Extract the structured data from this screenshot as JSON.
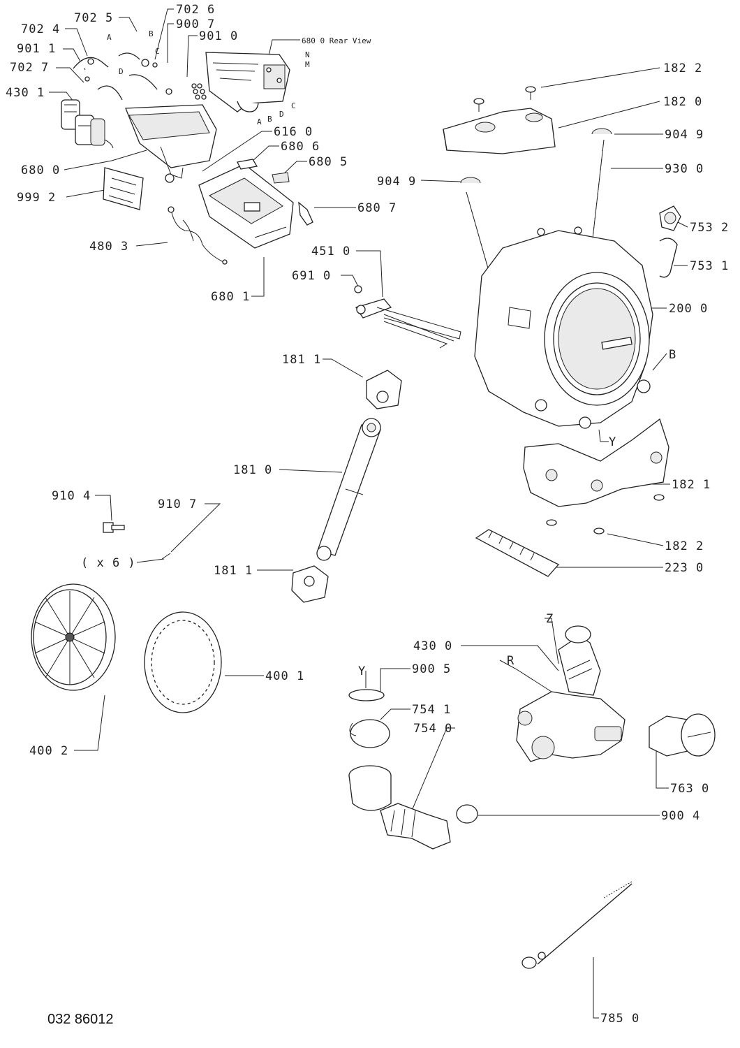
{
  "document_number": "032 86012",
  "callouts": [
    {
      "id": "p7025",
      "label": "702 5"
    },
    {
      "id": "p7026",
      "label": "702 6"
    },
    {
      "id": "p7024",
      "label": "702 4"
    },
    {
      "id": "p9007",
      "label": "900 7"
    },
    {
      "id": "p9010",
      "label": "901 0"
    },
    {
      "id": "p6800rear",
      "label": "680 0 Rear View"
    },
    {
      "id": "p9011",
      "label": "901 1"
    },
    {
      "id": "p7027",
      "label": "702 7"
    },
    {
      "id": "p4301",
      "label": "430 1"
    },
    {
      "id": "p1822a",
      "label": "182 2"
    },
    {
      "id": "p1820",
      "label": "182 0"
    },
    {
      "id": "p6160",
      "label": "616 0"
    },
    {
      "id": "p9049a",
      "label": "904 9"
    },
    {
      "id": "p6806",
      "label": "680 6"
    },
    {
      "id": "p6800",
      "label": "680 0"
    },
    {
      "id": "p6805",
      "label": "680 5"
    },
    {
      "id": "p9300",
      "label": "930 0"
    },
    {
      "id": "p9049b",
      "label": "904 9"
    },
    {
      "id": "p9992",
      "label": "999 2"
    },
    {
      "id": "p6807",
      "label": "680 7"
    },
    {
      "id": "p7532",
      "label": "753 2"
    },
    {
      "id": "p4803",
      "label": "480 3"
    },
    {
      "id": "p4510",
      "label": "451 0"
    },
    {
      "id": "p7531",
      "label": "753 1"
    },
    {
      "id": "p6910",
      "label": "691 0"
    },
    {
      "id": "p6801",
      "label": "680 1"
    },
    {
      "id": "p2000",
      "label": "200 0"
    },
    {
      "id": "pB",
      "label": "B"
    },
    {
      "id": "p1811a",
      "label": "181 1"
    },
    {
      "id": "pY1",
      "label": "Y"
    },
    {
      "id": "p1810",
      "label": "181 0"
    },
    {
      "id": "p1821",
      "label": "182 1"
    },
    {
      "id": "p9104",
      "label": "910 4"
    },
    {
      "id": "p9107",
      "label": "910 7"
    },
    {
      "id": "px6",
      "label": "( x 6 )"
    },
    {
      "id": "p1822b",
      "label": "182 2"
    },
    {
      "id": "p2230",
      "label": "223 0"
    },
    {
      "id": "p1811b",
      "label": "181 1"
    },
    {
      "id": "pZ",
      "label": "Z"
    },
    {
      "id": "p4300",
      "label": "430 0"
    },
    {
      "id": "pR",
      "label": "R"
    },
    {
      "id": "pY2",
      "label": "Y"
    },
    {
      "id": "p9005",
      "label": "900 5"
    },
    {
      "id": "p4001",
      "label": "400 1"
    },
    {
      "id": "p7541",
      "label": "754 1"
    },
    {
      "id": "p7540",
      "label": "754 0"
    },
    {
      "id": "p4002",
      "label": "400 2"
    },
    {
      "id": "p7630",
      "label": "763 0"
    },
    {
      "id": "p9004",
      "label": "900 4"
    },
    {
      "id": "p7850",
      "label": "785 0"
    }
  ],
  "hose_letters": {
    "a": "A",
    "b": "B",
    "c": "C",
    "d": "D",
    "n": "N",
    "m": "M"
  }
}
